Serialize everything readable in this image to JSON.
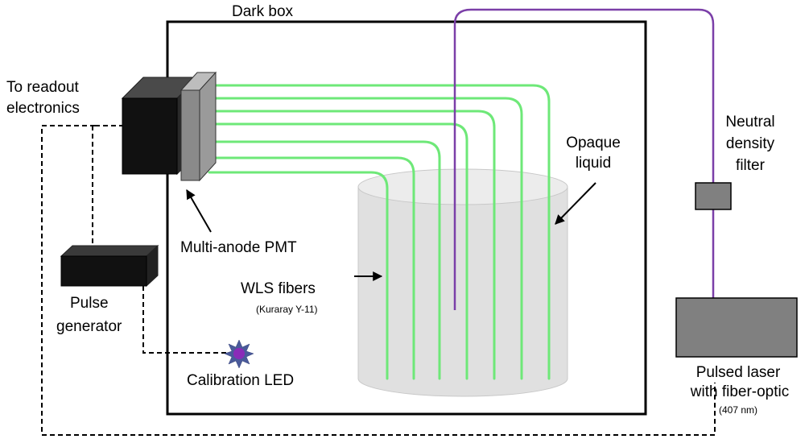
{
  "labels": {
    "dark_box": "Dark box",
    "readout_line1": "To readout",
    "readout_line2": "electronics",
    "pmt": "Multi-anode PMT",
    "pulse_line1": "Pulse",
    "pulse_line2": "generator",
    "wls": "WLS fibers",
    "wls_sub": "(Kuraray Y-11)",
    "led": "Calibration LED",
    "opaque_line1": "Opaque",
    "opaque_line2": "liquid",
    "nd_line1": "Neutral",
    "nd_line2": "density",
    "nd_line3": "filter",
    "laser_line1": "Pulsed laser",
    "laser_line2": "with fiber-optic",
    "laser_sub": "(407 nm)"
  },
  "colors": {
    "fiber": "#6ee878",
    "laser_fiber": "#7b3fa8",
    "box": "#000000",
    "cylinder": "#e2e2e2",
    "cylinder_top": "#ececec",
    "pmt_body": "#111111",
    "pmt_face": "#8a8a8a",
    "filter": "#808080",
    "laser": "#808080",
    "led_center": "#8a2bb8",
    "led_rays": "#4a5a9a"
  }
}
